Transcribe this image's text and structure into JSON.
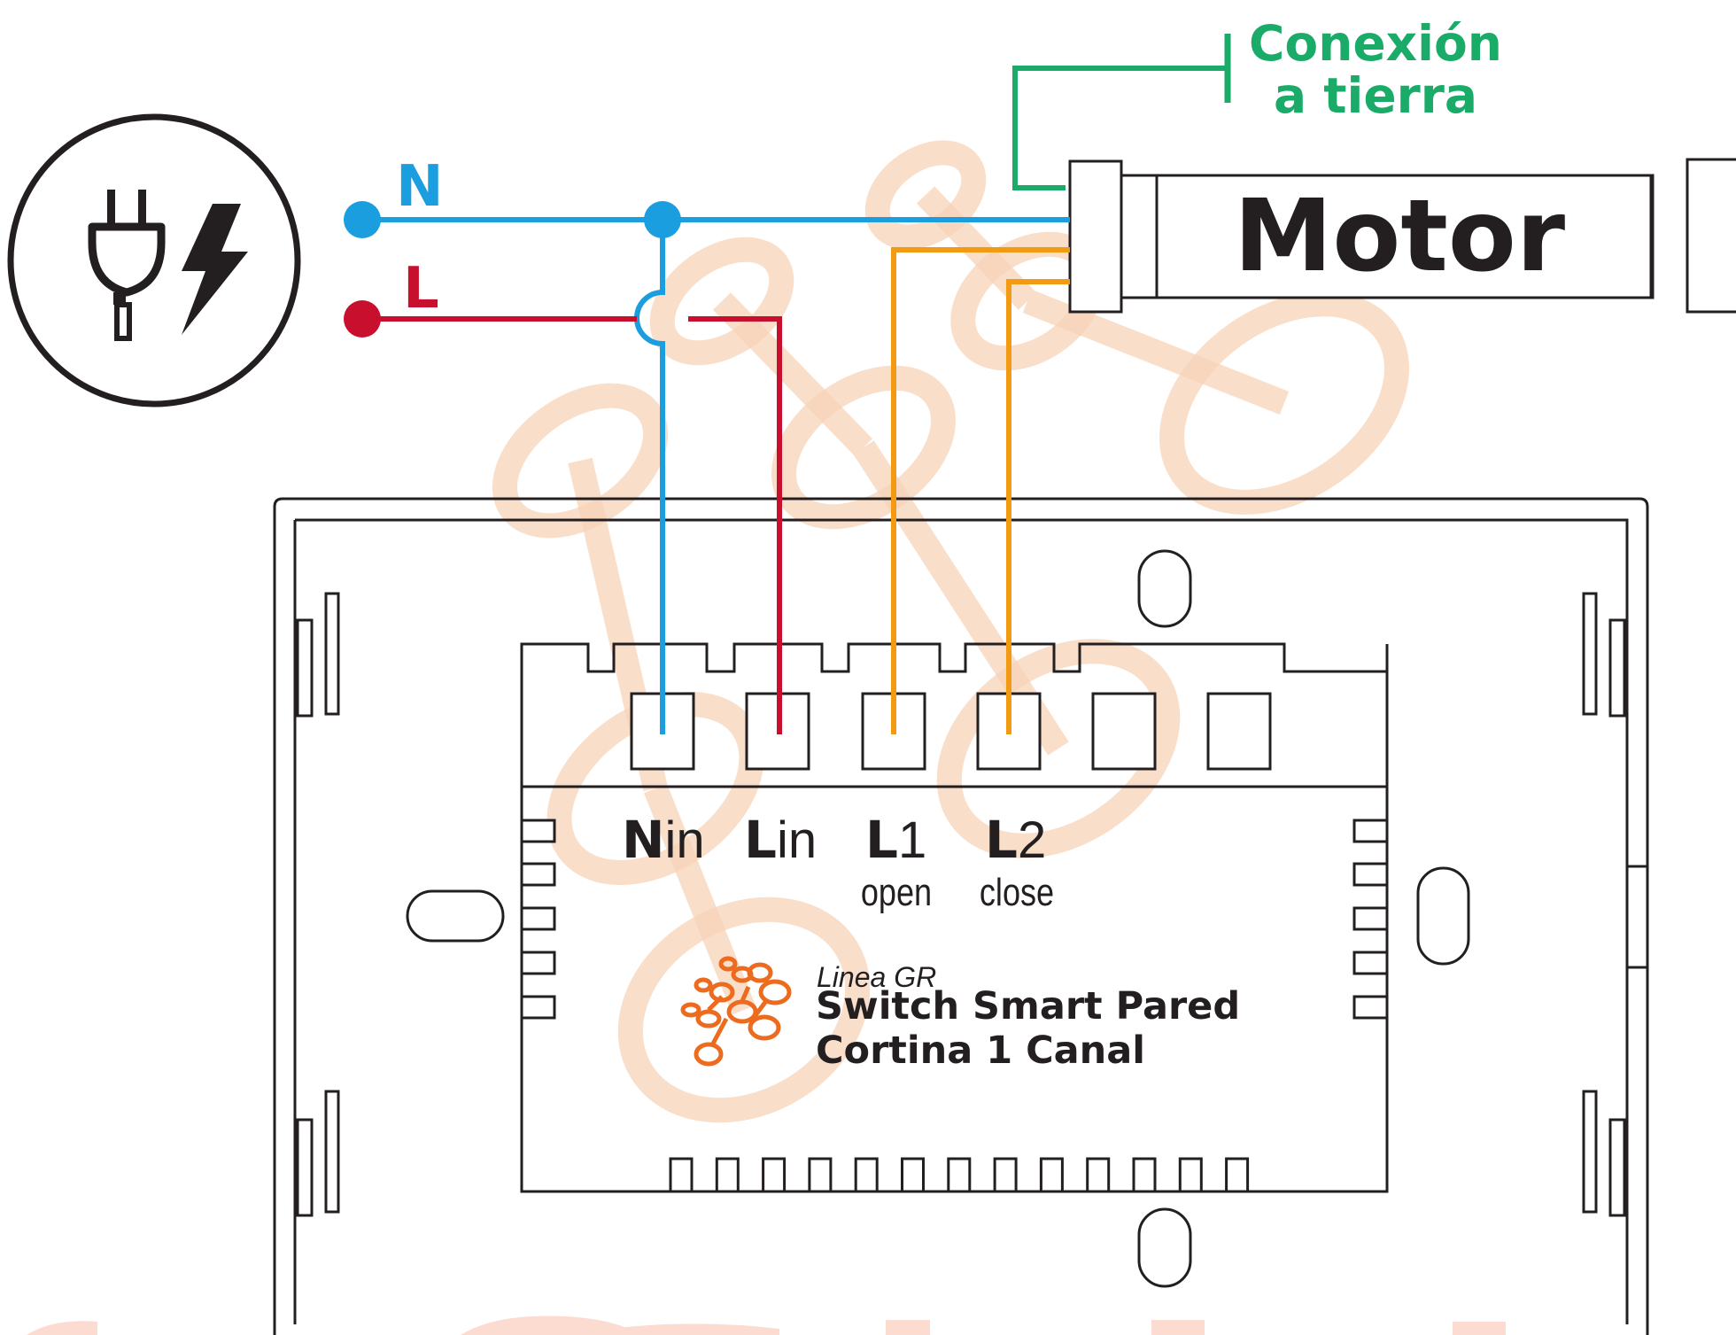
{
  "colors": {
    "neutral": "#1a9ee0",
    "line": "#c8102e",
    "load": "#f29a12",
    "ground": "#1aab68",
    "outline": "#231f20",
    "watermark": "#f7d3b8",
    "logo": "#ec6b1e"
  },
  "power_source": {
    "icon": "plug-lightning-icon"
  },
  "supply": {
    "neutral_label": "N",
    "line_label": "L"
  },
  "ground": {
    "line1": "Conexión",
    "line2": "a tierra"
  },
  "motor": {
    "label": "Motor"
  },
  "terminals": [
    {
      "main": "N",
      "suffix": "in",
      "sub": ""
    },
    {
      "main": "L",
      "suffix": "in",
      "sub": ""
    },
    {
      "main": "L",
      "suffix": "1",
      "sub": "open"
    },
    {
      "main": "L",
      "suffix": "2",
      "sub": "close"
    }
  ],
  "product": {
    "brand": "Linea GR",
    "line1": "Switch Smart Pared",
    "line2": "Cortina 1 Canal",
    "logo_icon": "linea-gr-molecule-logo"
  }
}
